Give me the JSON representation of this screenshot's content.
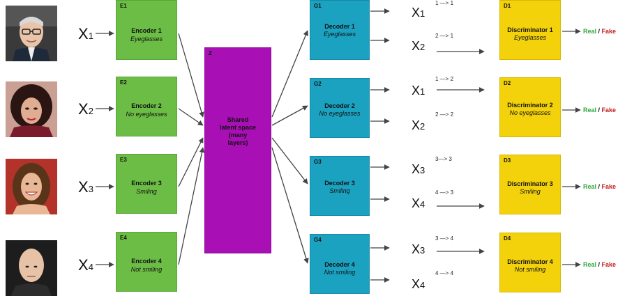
{
  "inputs": [
    {
      "label": "X",
      "sub": "1",
      "photo": "portrait-older-man-eyeglasses"
    },
    {
      "label": "X",
      "sub": "2",
      "photo": "portrait-woman-dark-hair"
    },
    {
      "label": "X",
      "sub": "3",
      "photo": "portrait-woman-smiling"
    },
    {
      "label": "X",
      "sub": "4",
      "photo": "portrait-bald-man"
    }
  ],
  "encoders": [
    {
      "tag": "E1",
      "name": "Encoder 1",
      "attr": "Eyeglasses"
    },
    {
      "tag": "E2",
      "name": "Encoder 2",
      "attr": "No eyeglasses"
    },
    {
      "tag": "E3",
      "name": "Encoder 3",
      "attr": "Smiling"
    },
    {
      "tag": "E4",
      "name": "Encoder 4",
      "attr": "Not smiling"
    }
  ],
  "latent": {
    "tag": "Z",
    "name_lines": [
      "Shared",
      "latent space",
      "(many",
      "layers)"
    ]
  },
  "decoders": [
    {
      "tag": "G1",
      "name": "Decoder 1",
      "attr": "Eyeglasses"
    },
    {
      "tag": "G2",
      "name": "Decoder 2",
      "attr": "No eyeglasses"
    },
    {
      "tag": "G3",
      "name": "Decoder 3",
      "attr": "Smiling"
    },
    {
      "tag": "G4",
      "name": "Decoder 4",
      "attr": "Not smiling"
    }
  ],
  "outputs": [
    {
      "label": "X",
      "sub": "1",
      "path": "1 —> 1"
    },
    {
      "label": "X",
      "sub": "2",
      "path": "2 —> 1"
    },
    {
      "label": "X",
      "sub": "1",
      "path": "1 —> 2"
    },
    {
      "label": "X",
      "sub": "2",
      "path": "2 —> 2"
    },
    {
      "label": "X",
      "sub": "3",
      "path": "3—> 3"
    },
    {
      "label": "X",
      "sub": "4",
      "path": "4 —> 3"
    },
    {
      "label": "X",
      "sub": "3",
      "path": "3 —> 4"
    },
    {
      "label": "X",
      "sub": "4",
      "path": "4 —> 4"
    }
  ],
  "discriminators": [
    {
      "tag": "D1",
      "name": "Discriminator 1",
      "attr": "Eyeglasses"
    },
    {
      "tag": "D2",
      "name": "Discriminator 2",
      "attr": "No eyeglasses"
    },
    {
      "tag": "D3",
      "name": "Discriminator 3",
      "attr": "Smiling"
    },
    {
      "tag": "D4",
      "name": "Discriminator 4",
      "attr": "Not smiling"
    }
  ],
  "verdict": {
    "real": "Real",
    "sep": " / ",
    "fake": "Fake"
  },
  "colors": {
    "encoder": "#6cbd45",
    "decoder": "#1ba2c1",
    "discriminator": "#f3d20c",
    "latent": "#a80fb5",
    "real": "#2fa83a",
    "fake": "#c21f1f"
  }
}
